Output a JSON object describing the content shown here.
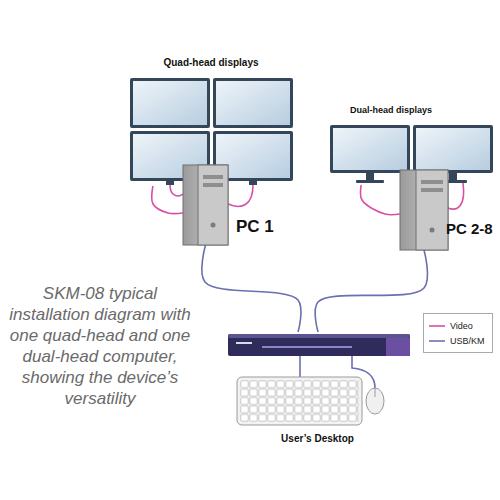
{
  "diagram": {
    "caption": "SKM-08 typical installation diagram with one quad-head and one dual-head computer, showing the device’s versatility",
    "nodes": [
      {
        "text": [
          "Quad-head displays"
        ]
      },
      {
        "text": [
          "Dual-head displays"
        ]
      },
      {
        "text": [
          "PC 1"
        ]
      },
      {
        "text": [
          "PC 2-8"
        ]
      },
      {
        "text": [
          "User’s Desktop"
        ]
      }
    ],
    "edges": [
      {
        "from": 0,
        "to": 2,
        "arrow": "none"
      },
      {
        "from": 1,
        "to": 3,
        "arrow": "none"
      },
      {
        "from": 2,
        "to": 4,
        "arrow": "none"
      },
      {
        "from": 3,
        "to": 4,
        "arrow": "none"
      }
    ],
    "legend": [
      {
        "text": "Video"
      },
      {
        "text": "USB/KM"
      }
    ]
  }
}
